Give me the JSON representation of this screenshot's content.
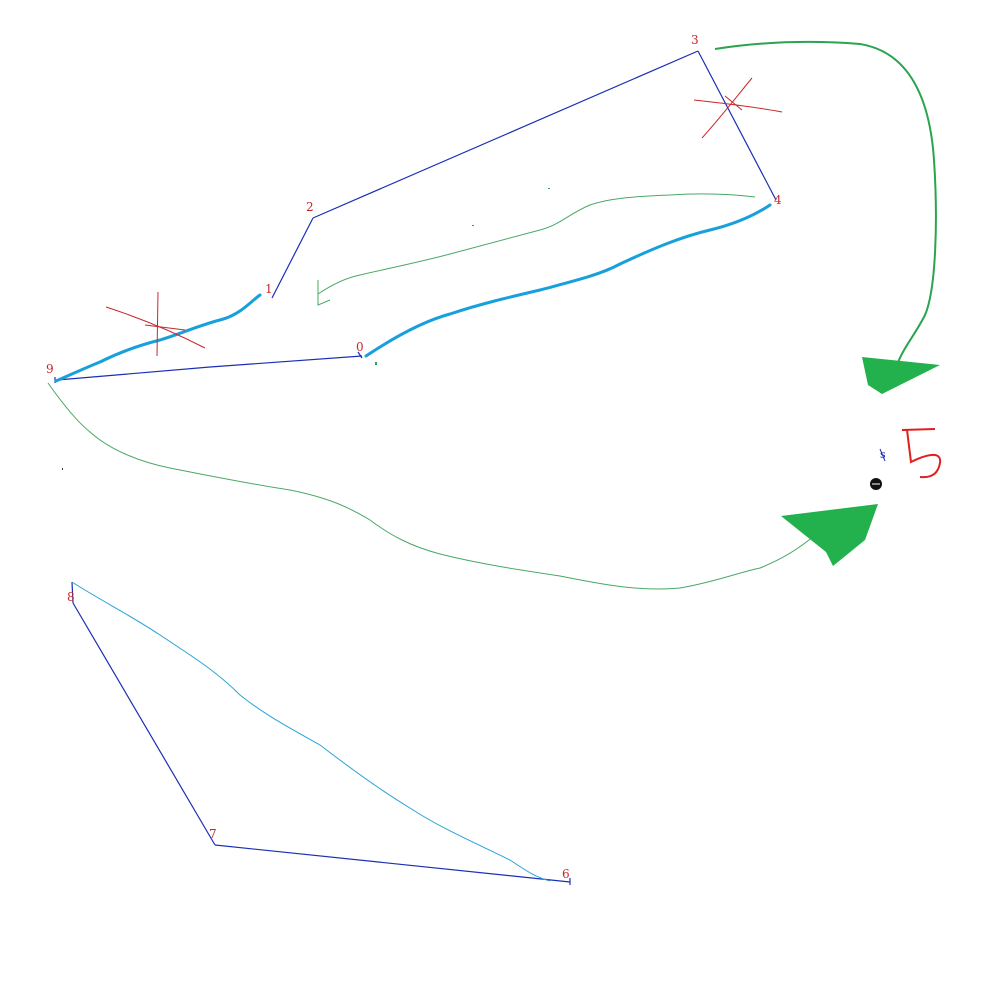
{
  "colors": {
    "background": "#ffffff",
    "polygon_edge": "#1a2fb5",
    "label": "#c8262b",
    "highlight_stroke": "#18a0dc",
    "arrow_green": "#2aa44f",
    "arrow_fill": "#22b14c",
    "thin_green": "#4aa866",
    "cross_red": "#c8262b",
    "light_blue": "#29a3d6",
    "mark_black": "#111111"
  },
  "labels": {
    "v0": "0",
    "v1": "1",
    "v2": "2",
    "v3": "3",
    "v4": "4",
    "v5": "5",
    "v6": "6",
    "v7": "7",
    "v8": "8",
    "v9": "9",
    "small_s": "s"
  },
  "icons": {
    "cross_marks": "red-cross-icon",
    "arrowheads": "triangle-arrowhead-icon",
    "black_dot": "black-dot-icon"
  }
}
